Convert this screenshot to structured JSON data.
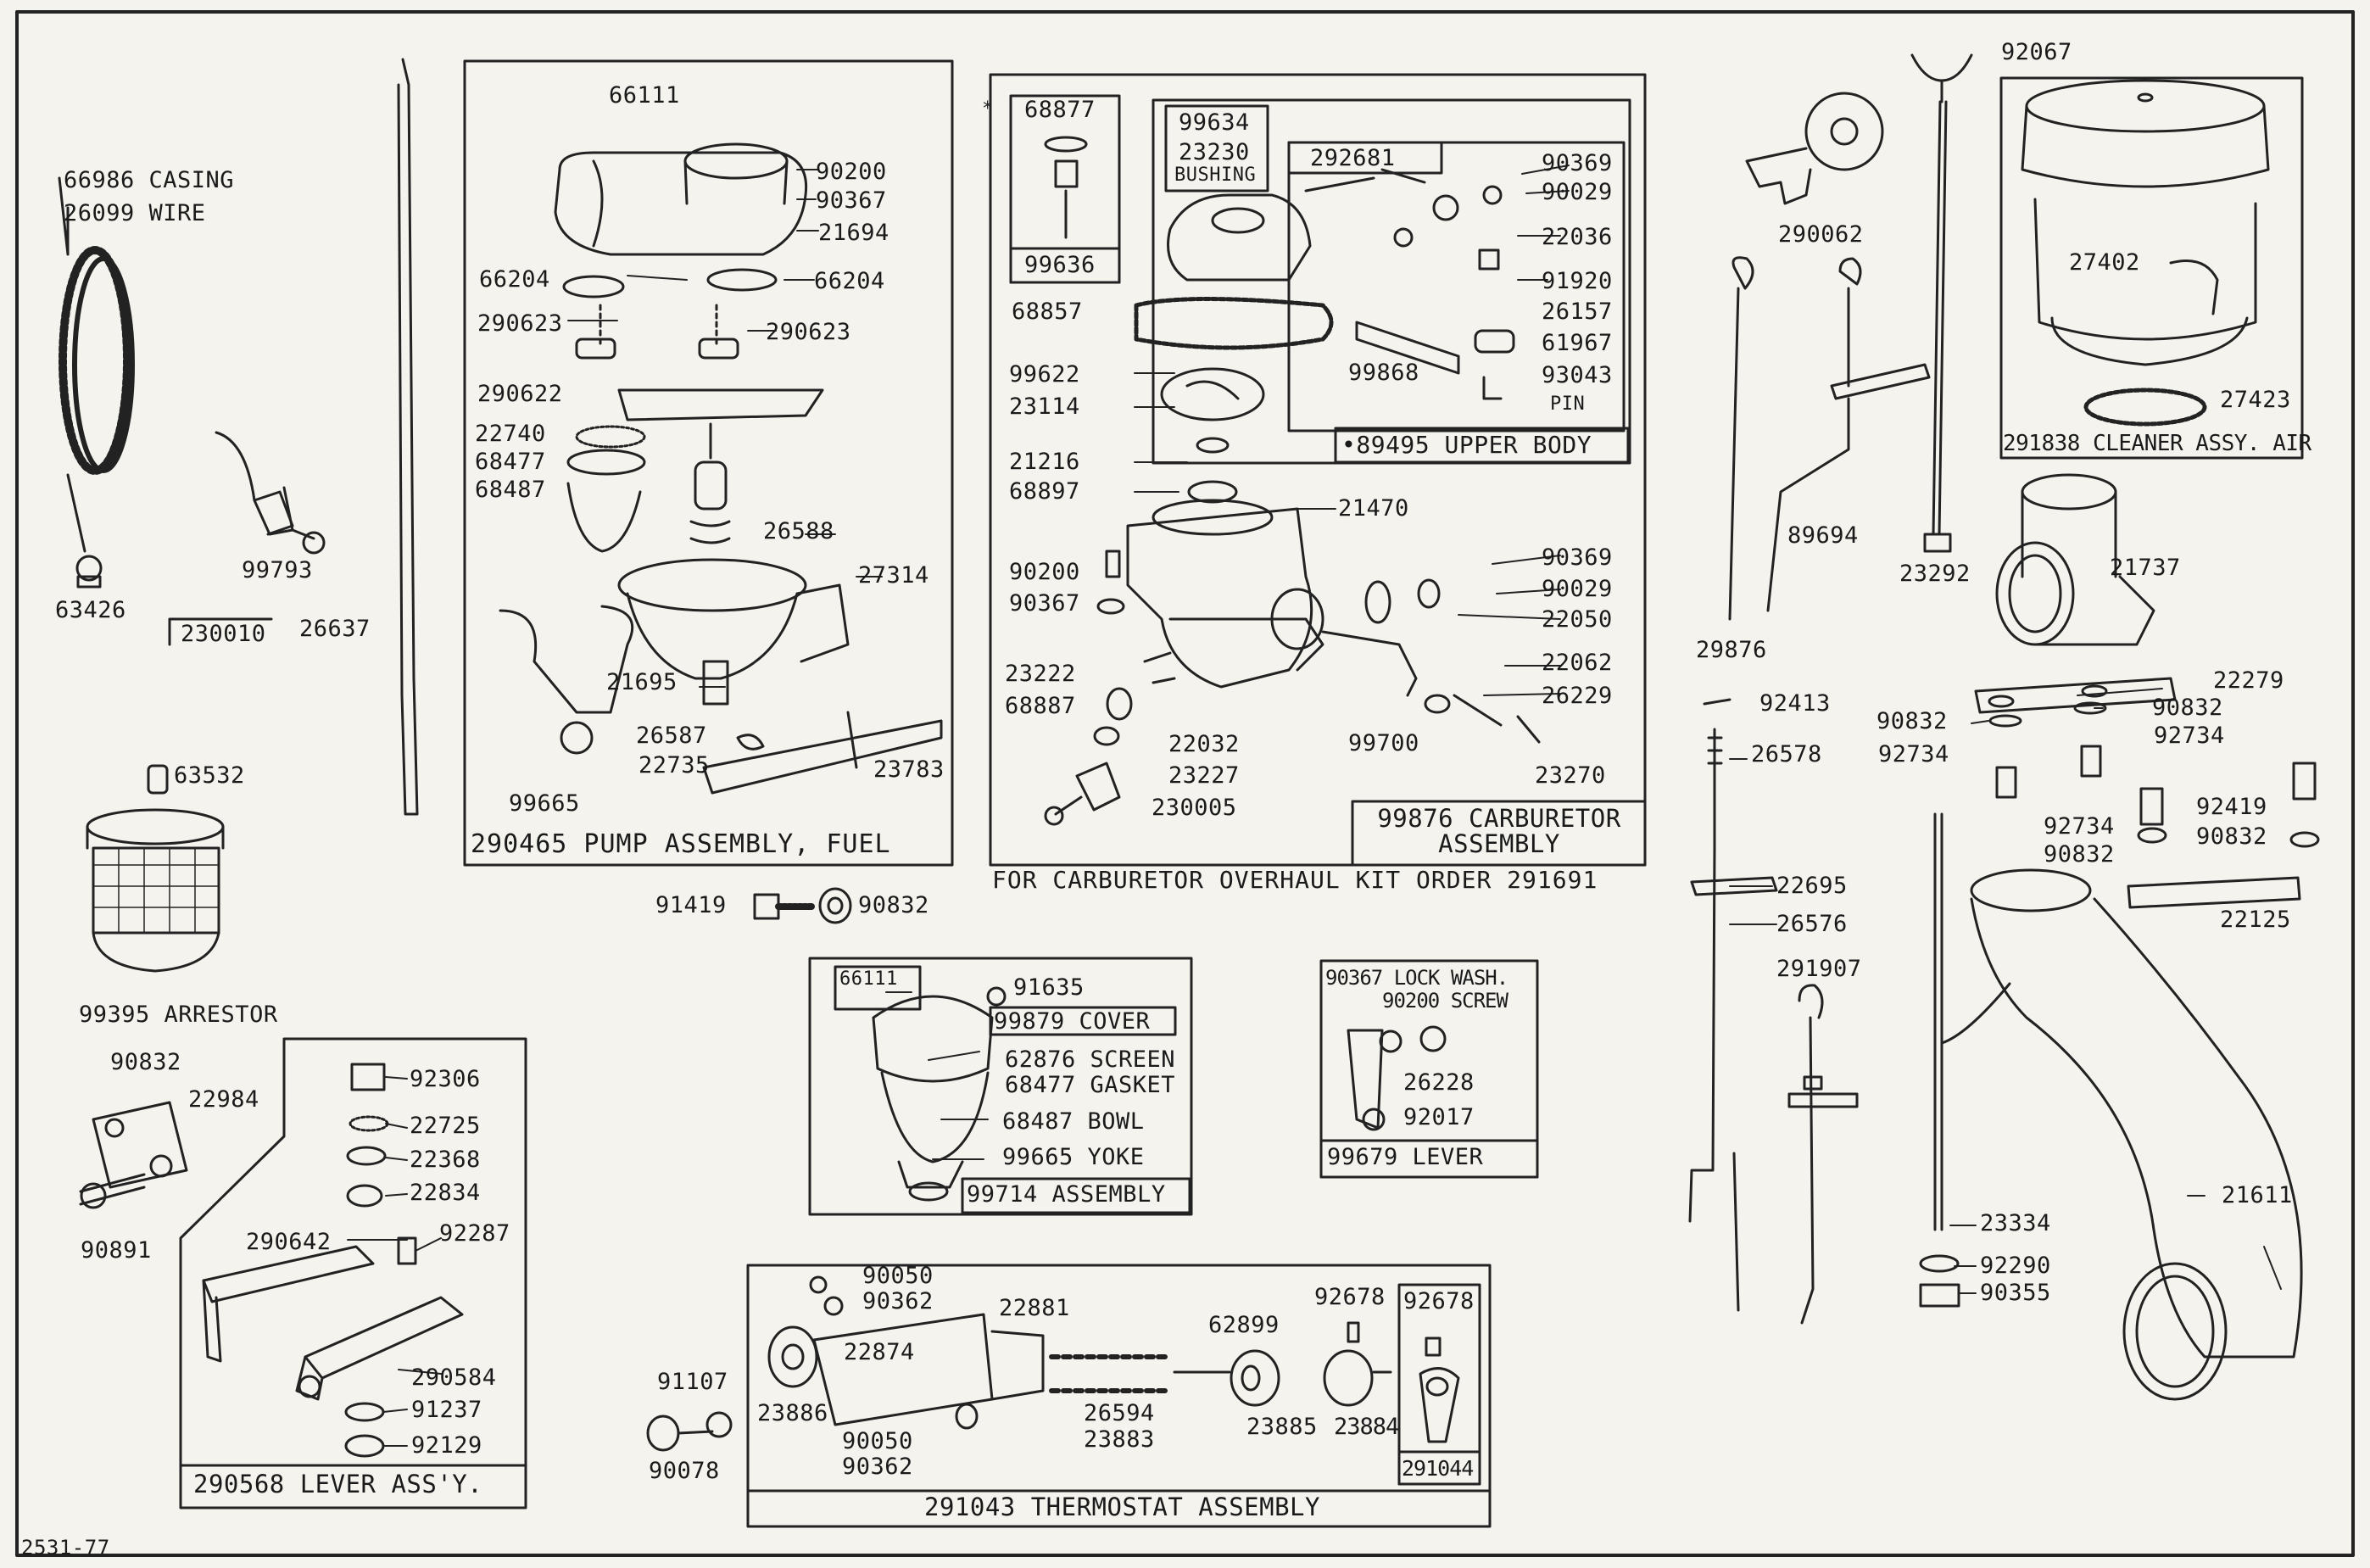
{
  "figure_id": "2531-77",
  "kit_note": "FOR CARBURETOR OVERHAUL KIT ORDER 291691",
  "boxes": {
    "fuel_pump": "290465 PUMP ASSEMBLY, FUEL",
    "carburetor": "99876 CARBURETOR ASSEMBLY",
    "upper_body": "•89495 UPPER BODY",
    "air_cleaner": "291838 CLEANER ASSY. AIR",
    "lever_99679": "99679 LEVER",
    "bowl_assembly": "99714 ASSEMBLY",
    "lever_assy": "290568 LEVER ASS'Y.",
    "thermostat": "291043 THERMOSTAT ASSEMBLY",
    "sub_99636": "99636",
    "sub_291044": "291044",
    "sub_99634": "99634",
    "sub_92678": "92678",
    "sub_292681": "292681",
    "sub_99879": "99879 COVER",
    "sub_66111b": "66111",
    "sub_68877": "68877"
  },
  "labels": {
    "l01": "66986 CASING",
    "l02": "26099 WIRE",
    "l03": "63426",
    "l04": "99793",
    "l05": "230010",
    "l06": "26637",
    "l07": "63532",
    "l08": "99395 ARRESTOR",
    "l09": "66111",
    "l10": "90200",
    "l11": "90367",
    "l12": "21694",
    "l13": "66204",
    "l14": "66204",
    "l15": "290623",
    "l16": "290623",
    "l17": "290622",
    "l18": "22740",
    "l19": "68477",
    "l20": "68487",
    "l21": "26588",
    "l22": "27314",
    "l23": "21695",
    "l24": "26587",
    "l25": "22735",
    "l26": "23783",
    "l27": "99665",
    "l28": "91419",
    "l29": "90832",
    "l30": "23230",
    "l31": "BUSHING",
    "l32": "90369",
    "l33": "90029",
    "l34": "22036",
    "l35": "91920",
    "l36": "26157",
    "l37": "61967",
    "l38": "93043",
    "l39": "PIN",
    "l40": "68857",
    "l41": "99868",
    "l42": "99622",
    "l43": "23114",
    "l44": "21216",
    "l45": "68897",
    "l46": "21470",
    "l47": "90200",
    "l48": "90367",
    "l49": "90369",
    "l50": "90029",
    "l51": "22050",
    "l52": "23222",
    "l53": "68887",
    "l54": "22062",
    "l55": "26229",
    "l56": "22032",
    "l57": "23227",
    "l58": "230005",
    "l59": "99700",
    "l60": "23270",
    "l61": "290062",
    "l62": "89694",
    "l63": "29876",
    "l64": "92067",
    "l65": "23292",
    "l66": "27402",
    "l67": "27423",
    "l68": "21737",
    "l69": "22279",
    "l70": "90832",
    "l71": "90832",
    "l72": "92734",
    "l73": "92734",
    "l74": "92413",
    "l75": "26578",
    "l76": "22695",
    "l77": "26576",
    "l78": "291907",
    "l79": "92419",
    "l80": "92734",
    "l81": "90832",
    "l82": "90832",
    "l83": "22125",
    "l84": "21611",
    "l85": "23334",
    "l86": "92290",
    "l87": "90355",
    "l88": "91635",
    "l89": "62876 SCREEN",
    "l90": "68477 GASKET",
    "l91": "68487 BOWL",
    "l92": "99665 YOKE",
    "l93": "90367 LOCK WASH.",
    "l94": "90200 SCREW",
    "l95": "26228",
    "l96": "92017",
    "l97": "90832",
    "l98": "22984",
    "l99": "90891",
    "l100": "92306",
    "l101": "22725",
    "l102": "22368",
    "l103": "22834",
    "l104": "290642",
    "l105": "92287",
    "l106": "290584",
    "l107": "91237",
    "l108": "92129",
    "l109": "90050",
    "l110": "90362",
    "l111": "22881",
    "l112": "22874",
    "l113": "62899",
    "l114": "92678",
    "l115": "23886",
    "l116": "26594",
    "l117": "23883",
    "l118": "23885",
    "l119": "23884",
    "l120": "90050",
    "l121": "90362",
    "l122": "91107",
    "l123": "90078"
  }
}
